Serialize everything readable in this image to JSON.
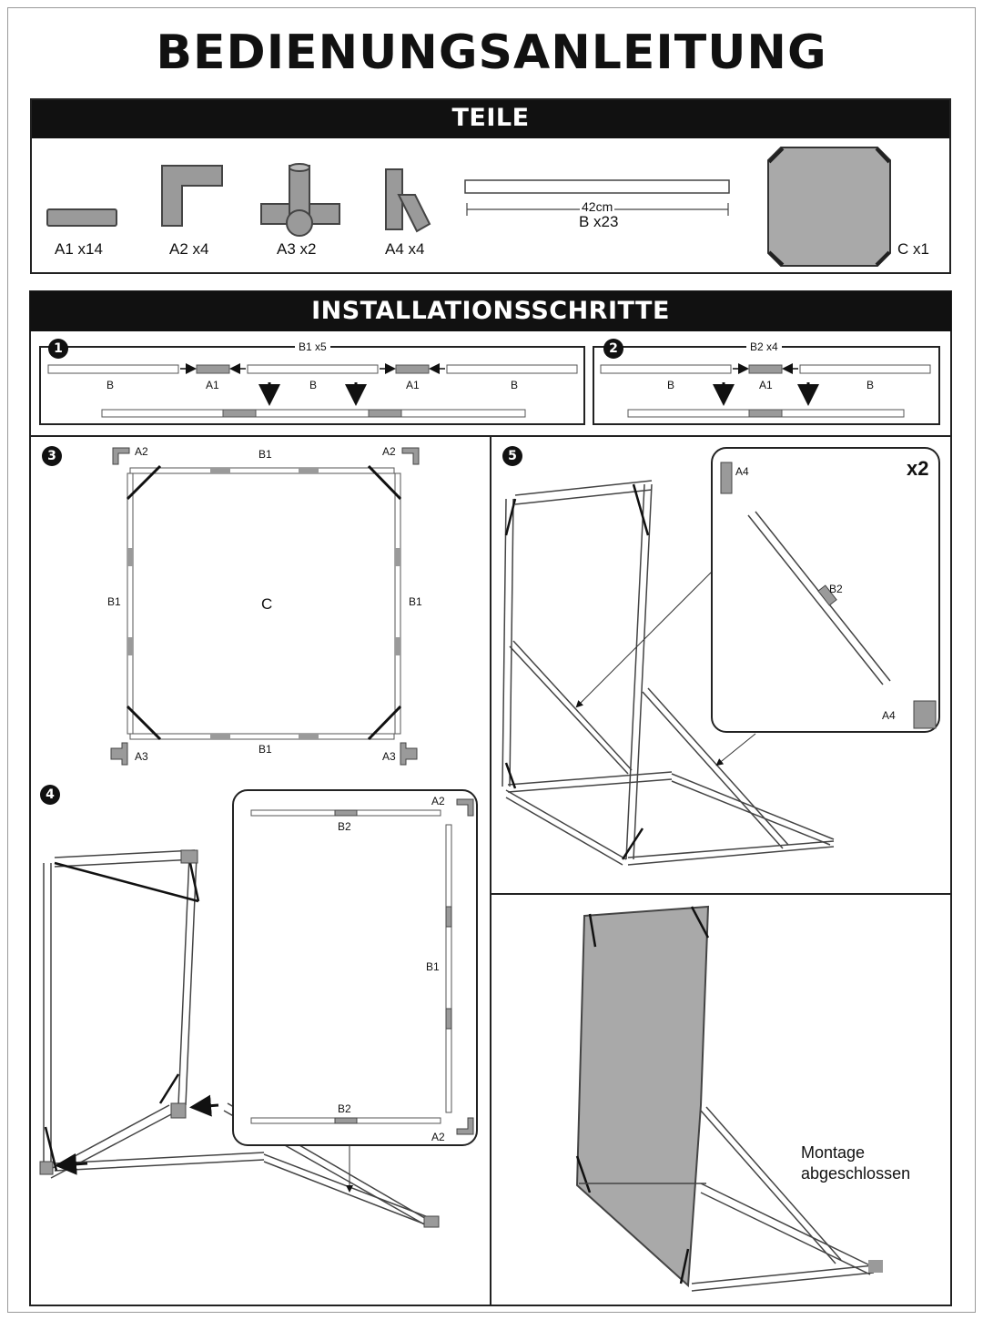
{
  "title": "BEDIENUNGSANLEITUNG",
  "sections": {
    "parts": "TEILE",
    "install": "INSTALLATIONSSCHRITTE"
  },
  "parts": {
    "a1": "A1 x14",
    "a2": "A2 x4",
    "a3": "A3 x2",
    "a4": "A4 x4",
    "b_length": "42cm",
    "b_count": "B x23",
    "c": "C x1"
  },
  "steps": {
    "s1": {
      "num": "1",
      "label": "B1 x5",
      "b": "B",
      "a1": "A1"
    },
    "s2": {
      "num": "2",
      "label": "B2 x4",
      "b": "B",
      "a1": "A1"
    },
    "s3": {
      "num": "3",
      "a2": "A2",
      "a3": "A3",
      "b1": "B1",
      "c": "C"
    },
    "s4": {
      "num": "4",
      "a2": "A2",
      "b1": "B1",
      "b2": "B2"
    },
    "s5": {
      "num": "5",
      "multiplier": "x2",
      "a4": "A4",
      "b2": "B2"
    },
    "done": {
      "line1": "Montage",
      "line2": "abgeschlossen"
    }
  },
  "colors": {
    "bar": "#111111",
    "part_fill": "#9a9a9a",
    "net_fill": "#a9a9a9"
  }
}
